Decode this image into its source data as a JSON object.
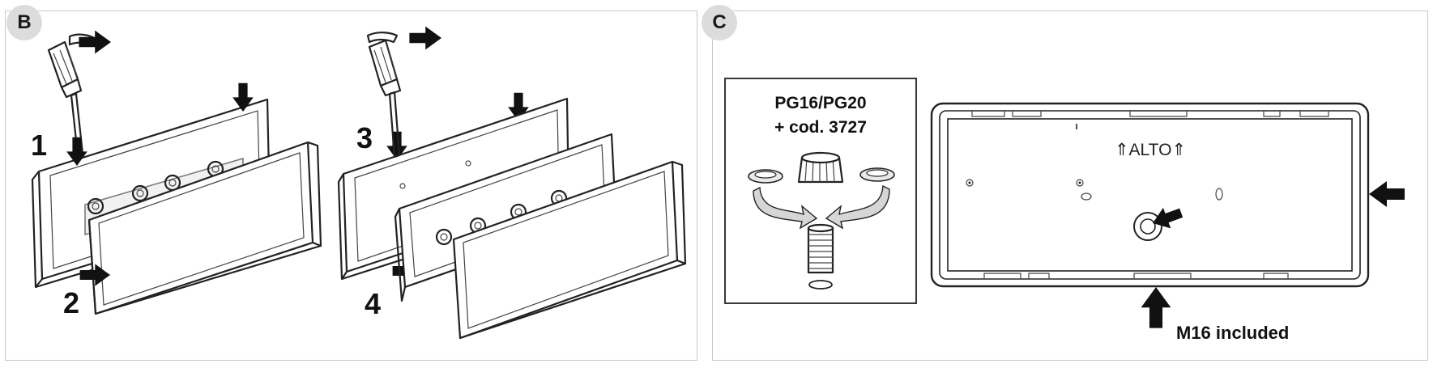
{
  "panels": {
    "b": {
      "badge": "B",
      "steps": [
        "1",
        "2",
        "3",
        "4"
      ]
    },
    "c": {
      "badge": "C",
      "inset_line1": "PG16/PG20",
      "inset_line2": "+ cod. 3727",
      "top_mark": "⇑ALTO⇑",
      "included_label": "M16 included"
    }
  },
  "icons": {
    "screwdriver": "screwdriver-icon",
    "rotate_arrow": "rotate-arrow-icon",
    "push_arrow": "push-arrow-icon"
  },
  "colors": {
    "panel_border": "#c8c8c8",
    "badge_bg": "#dcdcdc",
    "ink": "#111111"
  }
}
